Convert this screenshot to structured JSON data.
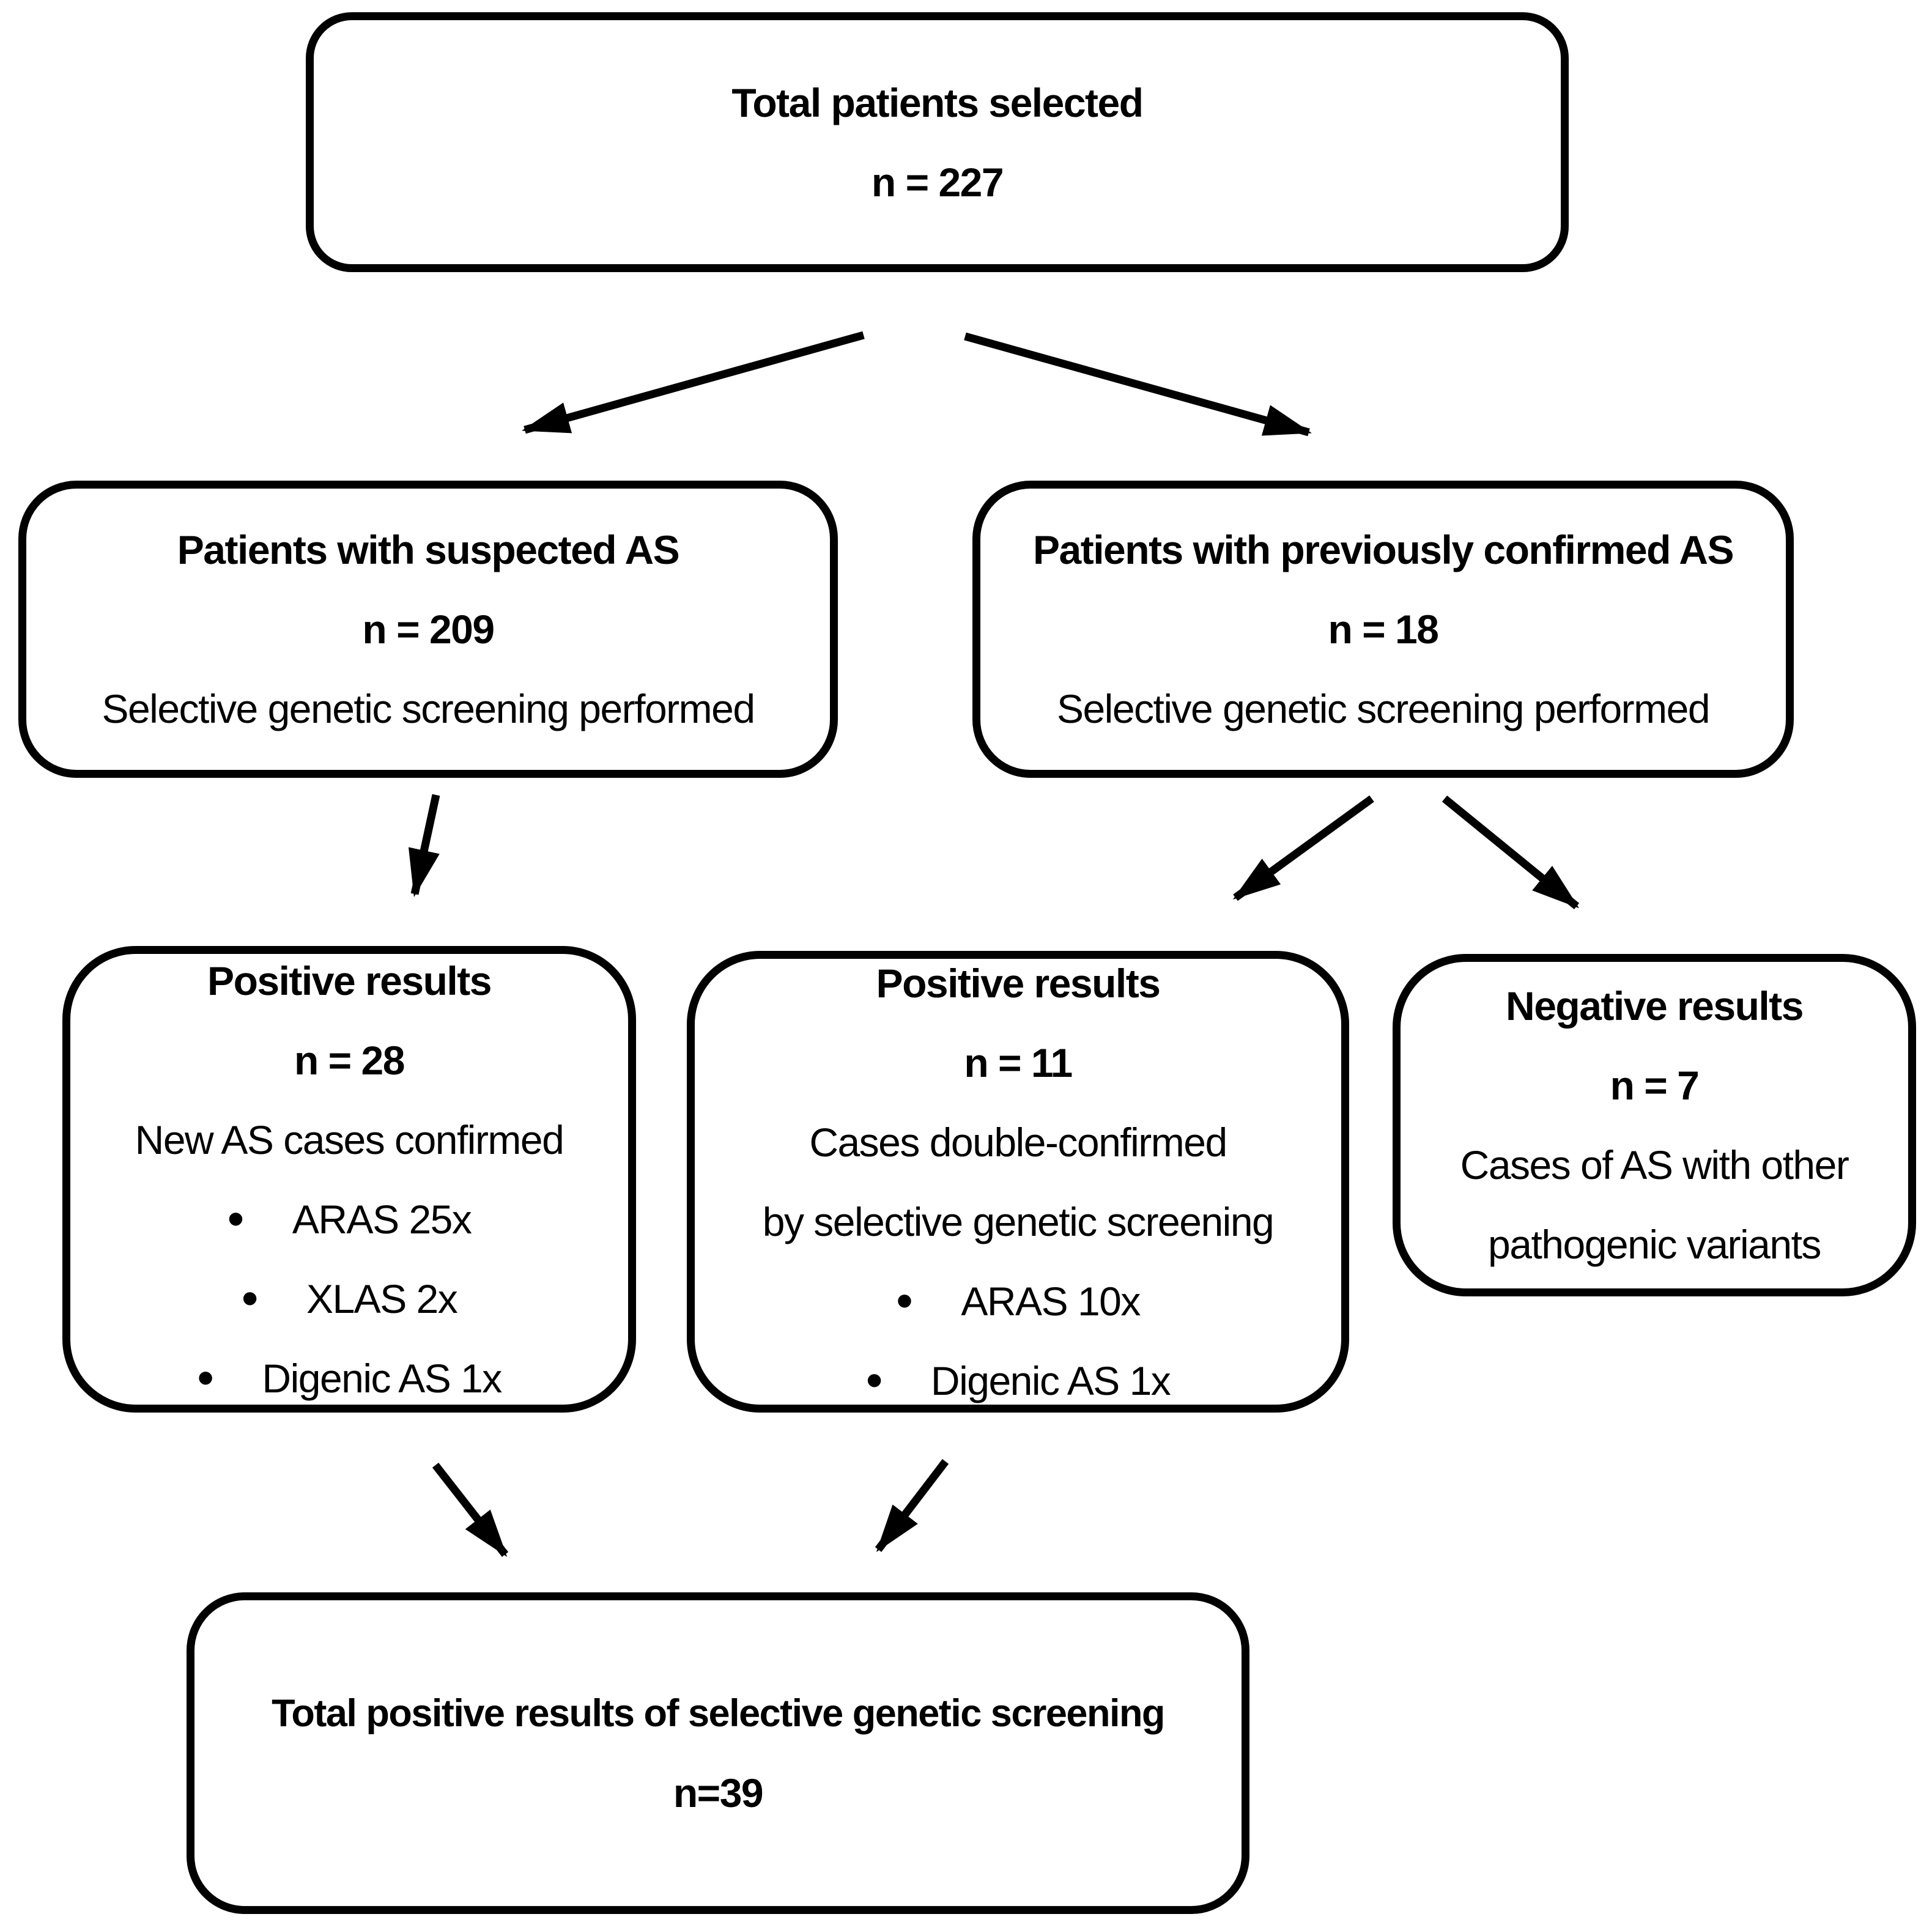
{
  "colors": {
    "ink": "#000000",
    "background": "#ffffff"
  },
  "glyphs": {
    "bullet": "•"
  },
  "nodes": {
    "total": {
      "title": "Total patients selected",
      "count": "n = 227"
    },
    "suspected": {
      "title": "Patients with suspected AS",
      "count": "n = 209",
      "detail": "Selective genetic screening performed"
    },
    "previously_confirmed": {
      "title": "Patients with previously confirmed AS",
      "count": "n = 18",
      "detail": "Selective genetic screening performed"
    },
    "positive_new": {
      "title": "Positive results",
      "count": "n = 28",
      "detail": "New AS cases confirmed",
      "bullets": [
        "ARAS 25x",
        "XLAS 2x",
        "Digenic AS 1x"
      ]
    },
    "positive_double": {
      "title": "Positive results",
      "count": "n = 11",
      "detail_line1": "Cases double-confirmed",
      "detail_line2": "by selective genetic screening",
      "bullets": [
        "ARAS 10x",
        "Digenic AS 1x"
      ]
    },
    "negative": {
      "title": "Negative results",
      "count": "n = 7",
      "detail_line1": "Cases of AS with other",
      "detail_line2": "pathogenic variants"
    },
    "total_positive": {
      "title": "Total positive results of selective genetic screening",
      "count": "n=39"
    }
  }
}
